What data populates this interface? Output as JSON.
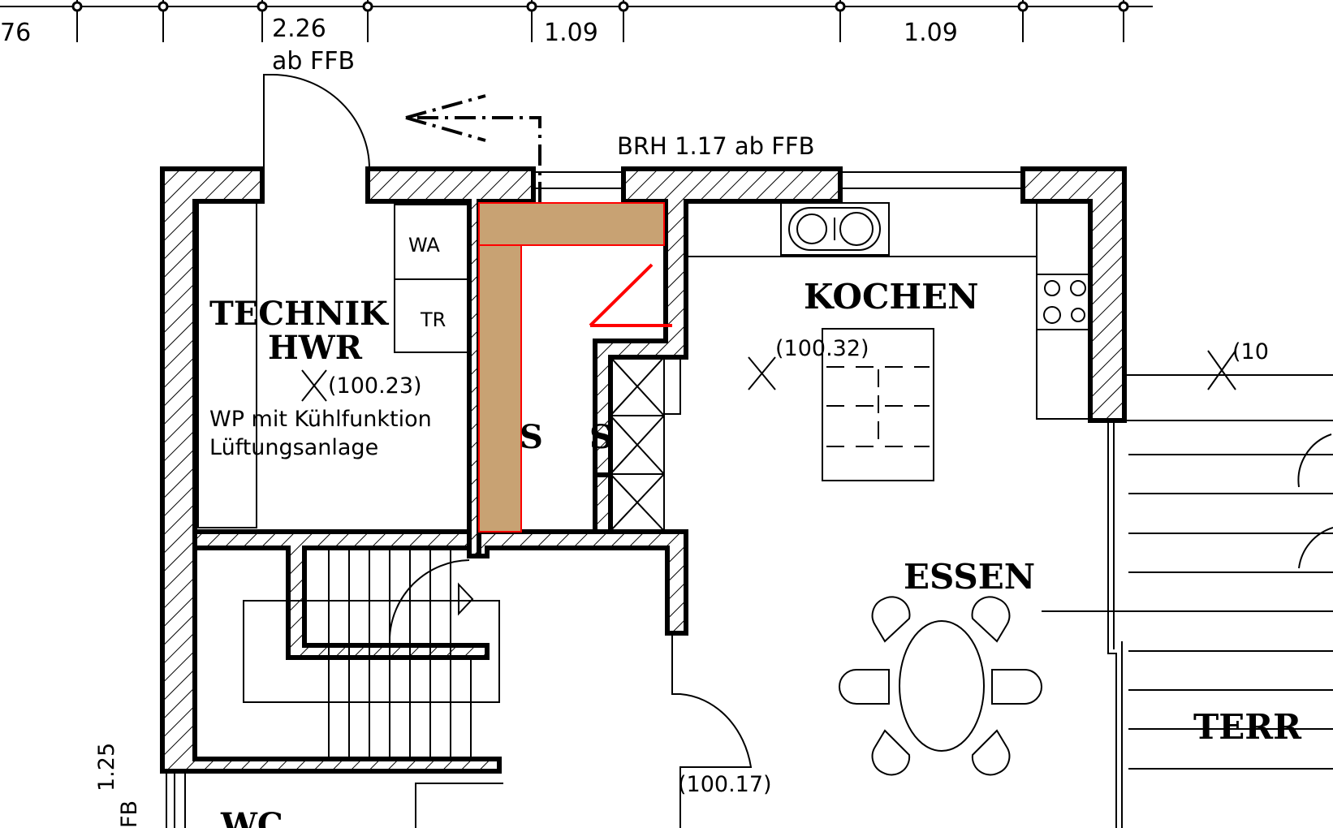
{
  "dimensions": {
    "d1": "76",
    "d2": "2.26",
    "d3": "1.09",
    "d4": "1.09",
    "d2_sub": "ab FFB"
  },
  "labels": {
    "brh": "BRH 1.17 ab FFB",
    "wa": "WA",
    "tr": "TR",
    "technik": "TECHNIK",
    "hwr": "HWR",
    "technik_level": "(100.23)",
    "wp": "WP mit Kühlfunktion",
    "lueftung": "Lüftungsanlage",
    "s1": "S",
    "s2": "S",
    "kochen": "KOCHEN",
    "kochen_level": "(100.32)",
    "right_level": "(10",
    "essen": "ESSEN",
    "terrasse": "TERR",
    "entry_level": "(100.17)",
    "left_dim": "1.25",
    "left_dim_sub": "FB",
    "wc": "WC"
  },
  "colors": {
    "counter_fill": "#c8a273",
    "highlight": "#ff0000"
  }
}
